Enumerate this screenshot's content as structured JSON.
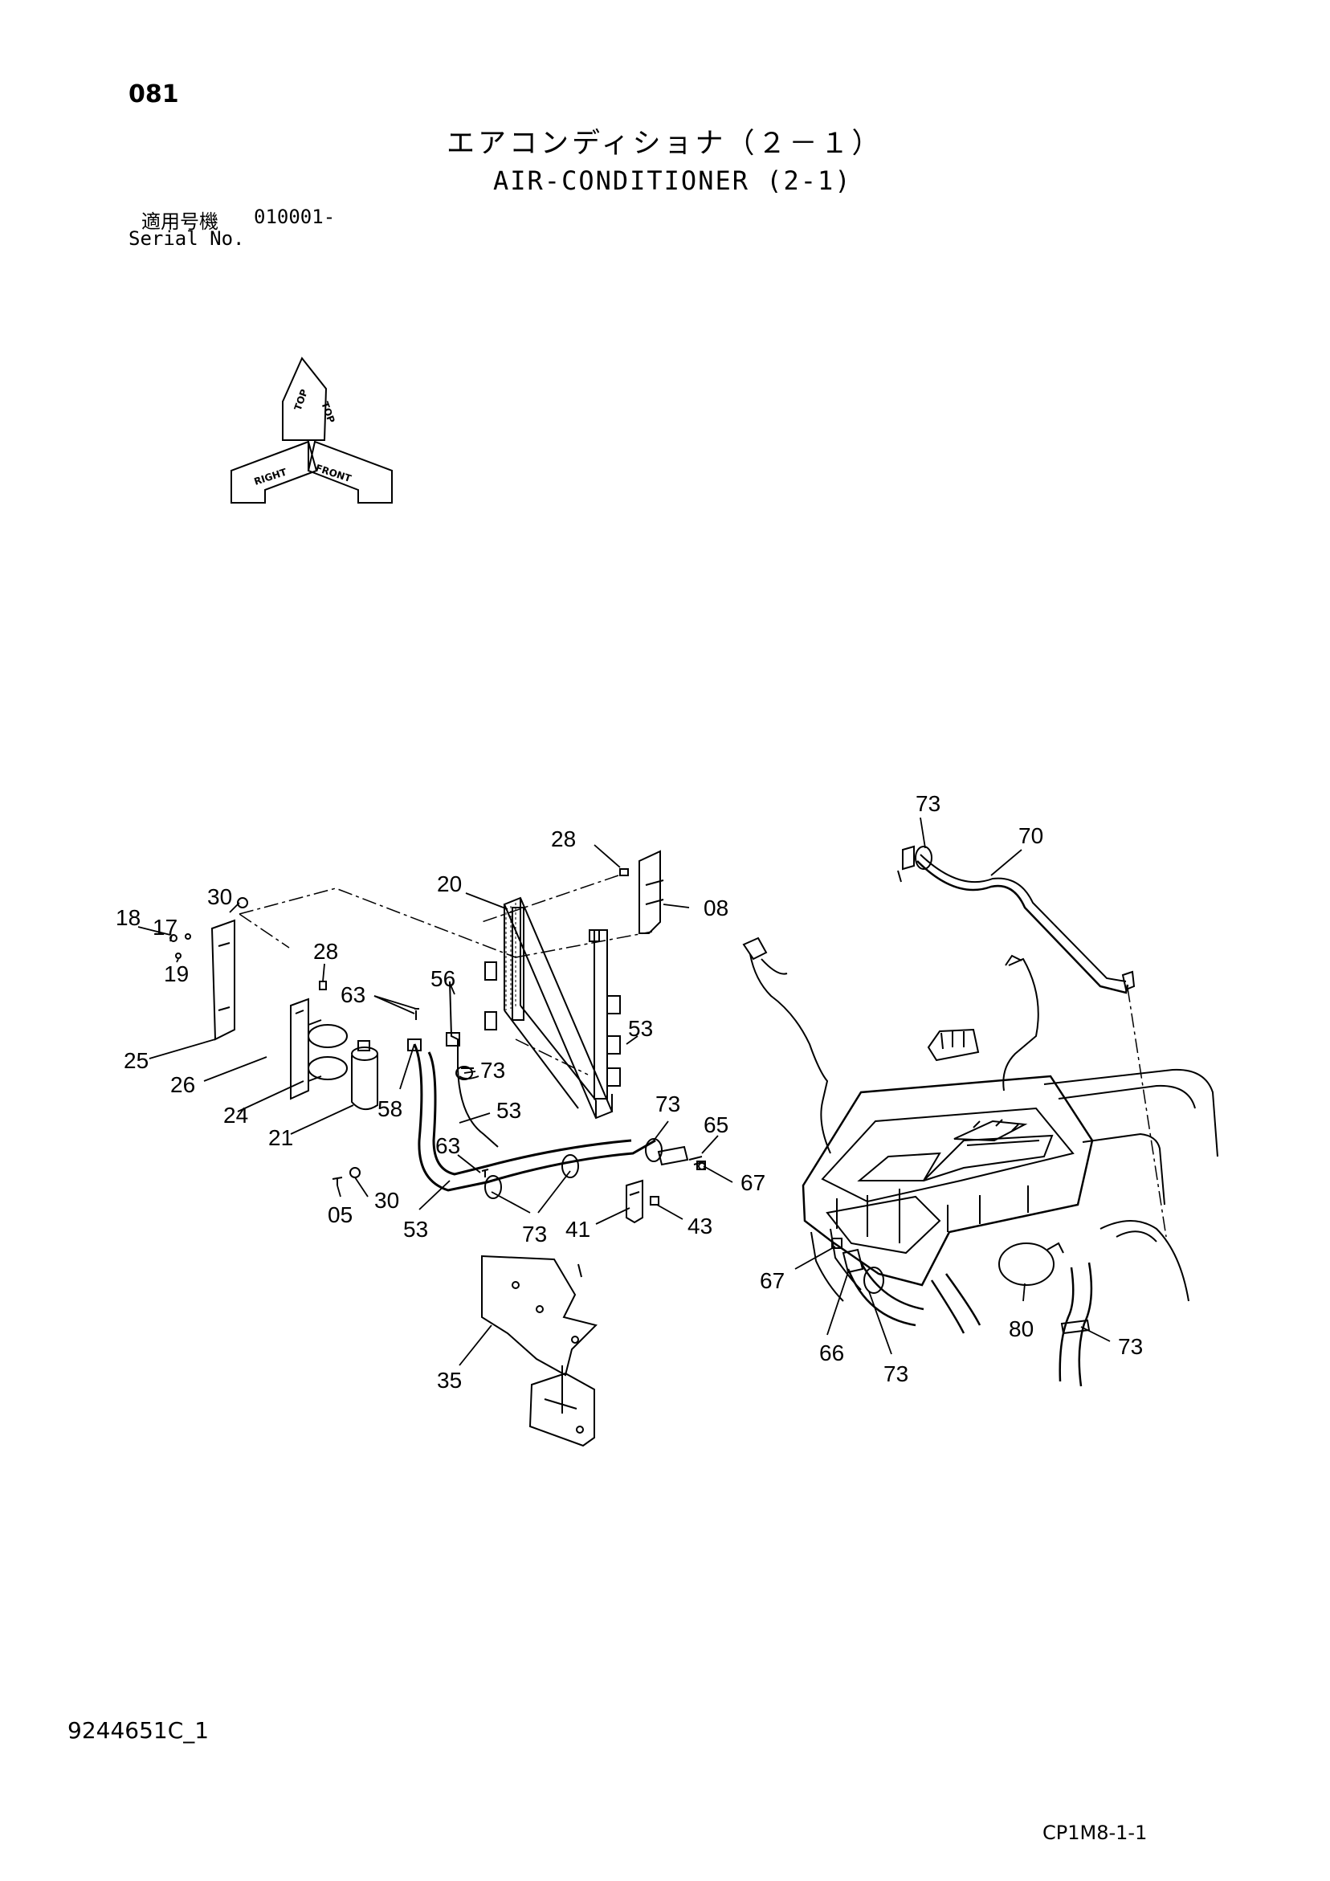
{
  "header": {
    "page_number": "081",
    "title_ja": "エアコンディショナ（２－１）",
    "title_en": "AIR-CONDITIONER (2-1)",
    "serial_label_ja": "適用号機",
    "serial_range": "010001-",
    "serial_label_en": "Serial No."
  },
  "orientation": {
    "top": "TOP",
    "right": "RIGHT",
    "front": "FRONT"
  },
  "callouts": {
    "c73_top": "73",
    "c70": "70",
    "c28_top": "28",
    "c20": "20",
    "c08": "08",
    "c30_top": "30",
    "c17": "17",
    "c18": "18",
    "c19": "19",
    "c28_mid": "28",
    "c63_top": "63",
    "c56": "56",
    "c53_right": "53",
    "c25": "25",
    "c73_mid": "73",
    "c26": "26",
    "c53_mid": "53",
    "c24": "24",
    "c58": "58",
    "c73_right": "73",
    "c21": "21",
    "c65": "65",
    "c63_low": "63",
    "c67_top": "67",
    "c05": "05",
    "c30_low": "30",
    "c53_low": "53",
    "c73_low": "73",
    "c41": "41",
    "c43": "43",
    "c67_low": "67",
    "c66": "66",
    "c73_bottom": "73",
    "c80": "80",
    "c73_far": "73",
    "c35": "35"
  },
  "footer": {
    "doc_number": "9244651C_1",
    "ref_code": "CP1M8-1-1"
  }
}
